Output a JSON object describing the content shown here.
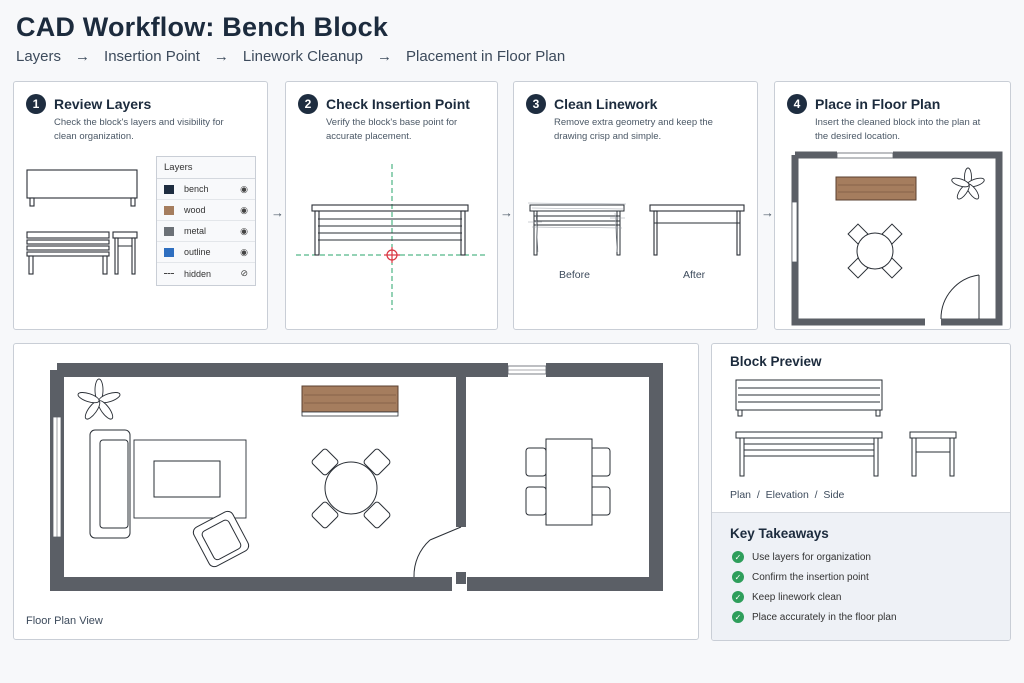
{
  "title": "CAD Workflow: Bench Block",
  "breadcrumb": {
    "items": [
      "Layers",
      "Insertion Point",
      "Linework Cleanup",
      "Placement in Floor Plan"
    ],
    "separator": "→"
  },
  "steps": [
    {
      "number": "1",
      "title": "Review Layers",
      "desc": "Check the block's layers and visibility for clean organization."
    },
    {
      "number": "2",
      "title": "Check Insertion Point",
      "desc": "Verify the block's base point for accurate placement."
    },
    {
      "number": "3",
      "title": "Clean Linework",
      "desc": "Remove extra geometry and keep the drawing crisp and simple."
    },
    {
      "number": "4",
      "title": "Place in Floor Plan",
      "desc": "Insert the cleaned block into the plan at the desired location."
    }
  ],
  "flow_arrow": "→",
  "layers_panel": {
    "header": "Layers",
    "rows": [
      {
        "name": "bench",
        "color": "#1e2d40",
        "icon": "eye-icon"
      },
      {
        "name": "wood",
        "color": "#a57d5e",
        "icon": "eye-icon"
      },
      {
        "name": "metal",
        "color": "#6c7177",
        "icon": "eye-icon"
      },
      {
        "name": "outline",
        "color": "#2f6fc0",
        "icon": "eye-icon"
      },
      {
        "name": "hidden",
        "color": "",
        "icon": "eye-off-icon"
      }
    ],
    "eye_glyph": "◉",
    "eye_off_glyph": "⊘"
  },
  "cleanup": {
    "before": "Before",
    "after": "After"
  },
  "floor_plan": {
    "caption": "Floor Plan View"
  },
  "preview": {
    "title": "Block Preview",
    "caption": "Plan  /  Elevation  /  Side"
  },
  "takeaways": {
    "title": "Key Takeaways",
    "check_glyph": "✓",
    "items": [
      "Use layers for organization",
      "Confirm the insertion point",
      "Keep linework clean",
      "Place accurately in the floor plan"
    ]
  },
  "colors": {
    "wall": "#5b5f66",
    "wood": "#a57d5e",
    "insertion": "#d9333f",
    "guide": "#2aa66b",
    "check": "#2e9e5b"
  }
}
